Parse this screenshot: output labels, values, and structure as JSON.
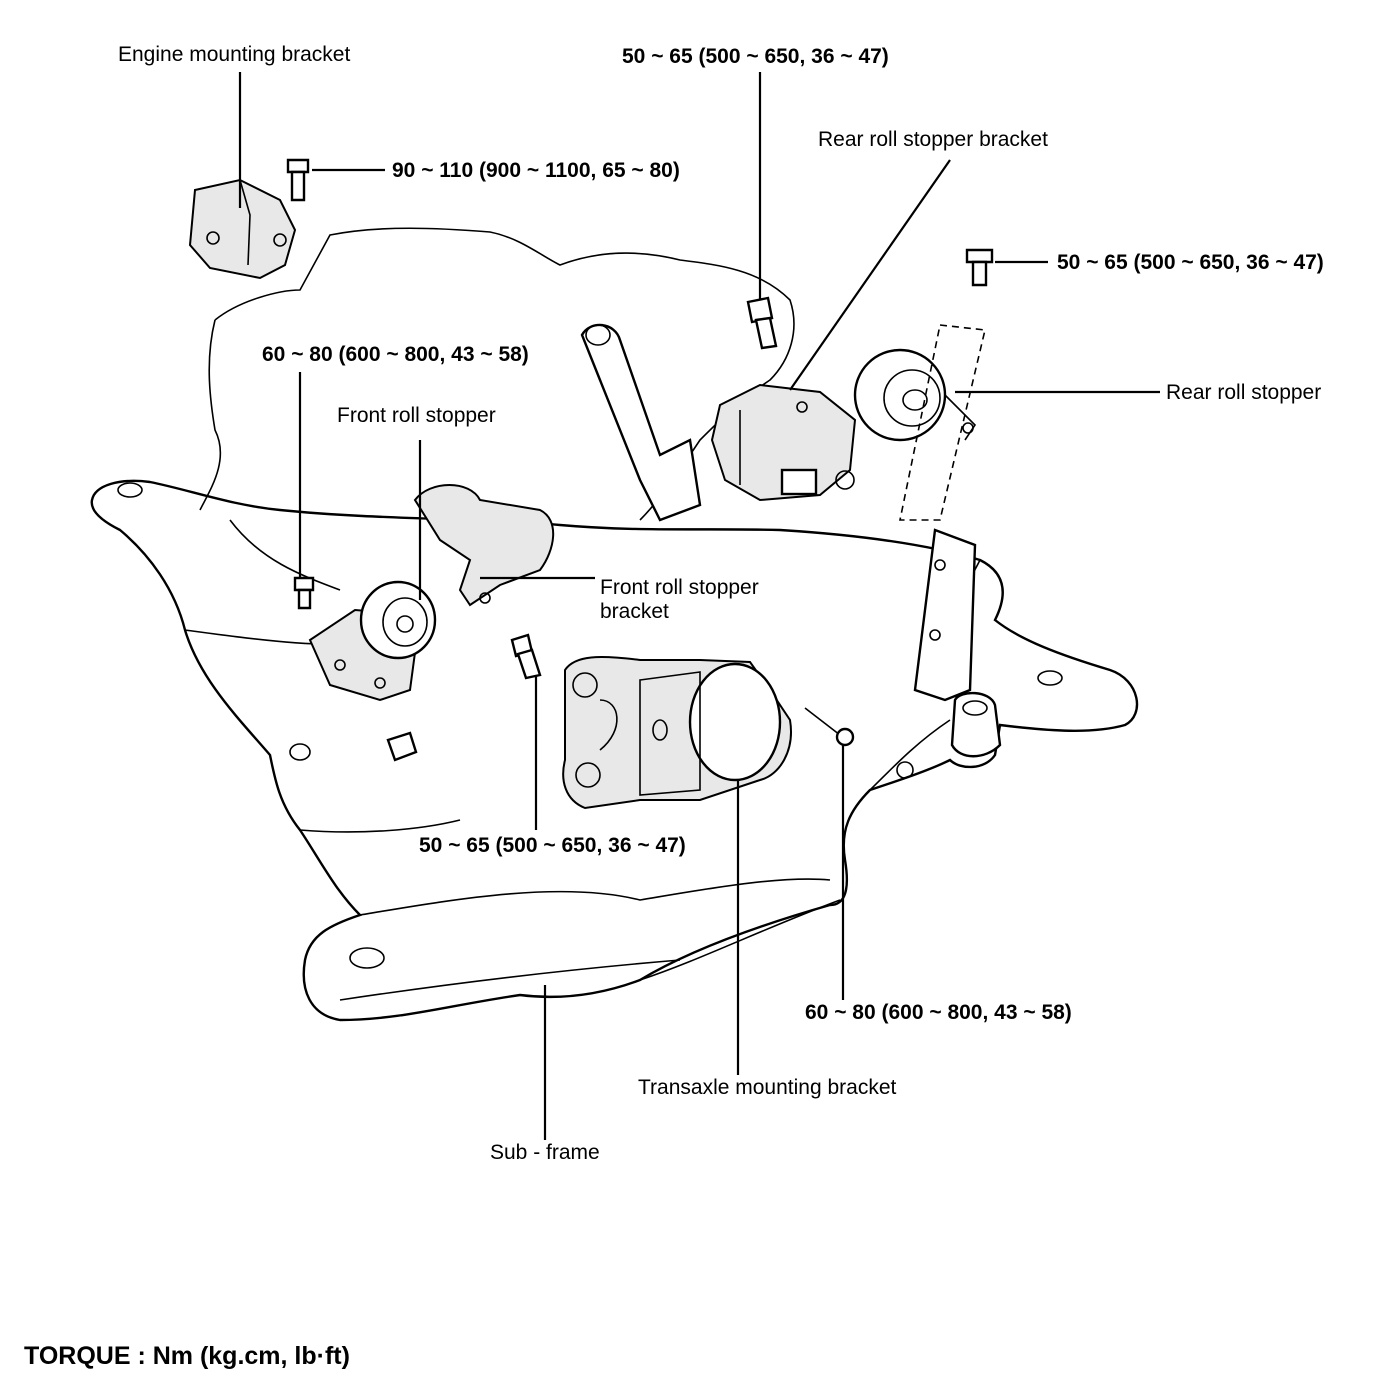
{
  "labels": {
    "engine_mounting_bracket": "Engine mounting bracket",
    "torque_engine_bracket_bolt": "90 ~ 110 (900 ~ 1100, 65 ~ 80)",
    "torque_top_center": "50 ~ 65 (500 ~ 650, 36 ~ 47)",
    "rear_roll_stopper_bracket": "Rear roll stopper bracket",
    "torque_right_bolt": "50 ~ 65 (500 ~ 650, 36 ~ 47)",
    "torque_front_stopper": "60 ~ 80 (600 ~ 800, 43 ~ 58)",
    "rear_roll_stopper": "Rear roll stopper",
    "front_roll_stopper": "Front roll stopper",
    "front_roll_stopper_bracket": "Front roll stopper bracket",
    "torque_transaxle_bolt": "50 ~ 65 (500 ~ 650, 36 ~ 47)",
    "torque_rear_stopper": "60 ~ 80 (600 ~ 800, 43 ~ 58)",
    "transaxle_mounting_bracket": "Transaxle mounting bracket",
    "sub_frame": "Sub - frame"
  },
  "footer": {
    "torque_units": "TORQUE : Nm (kg.cm, lb·ft)"
  }
}
